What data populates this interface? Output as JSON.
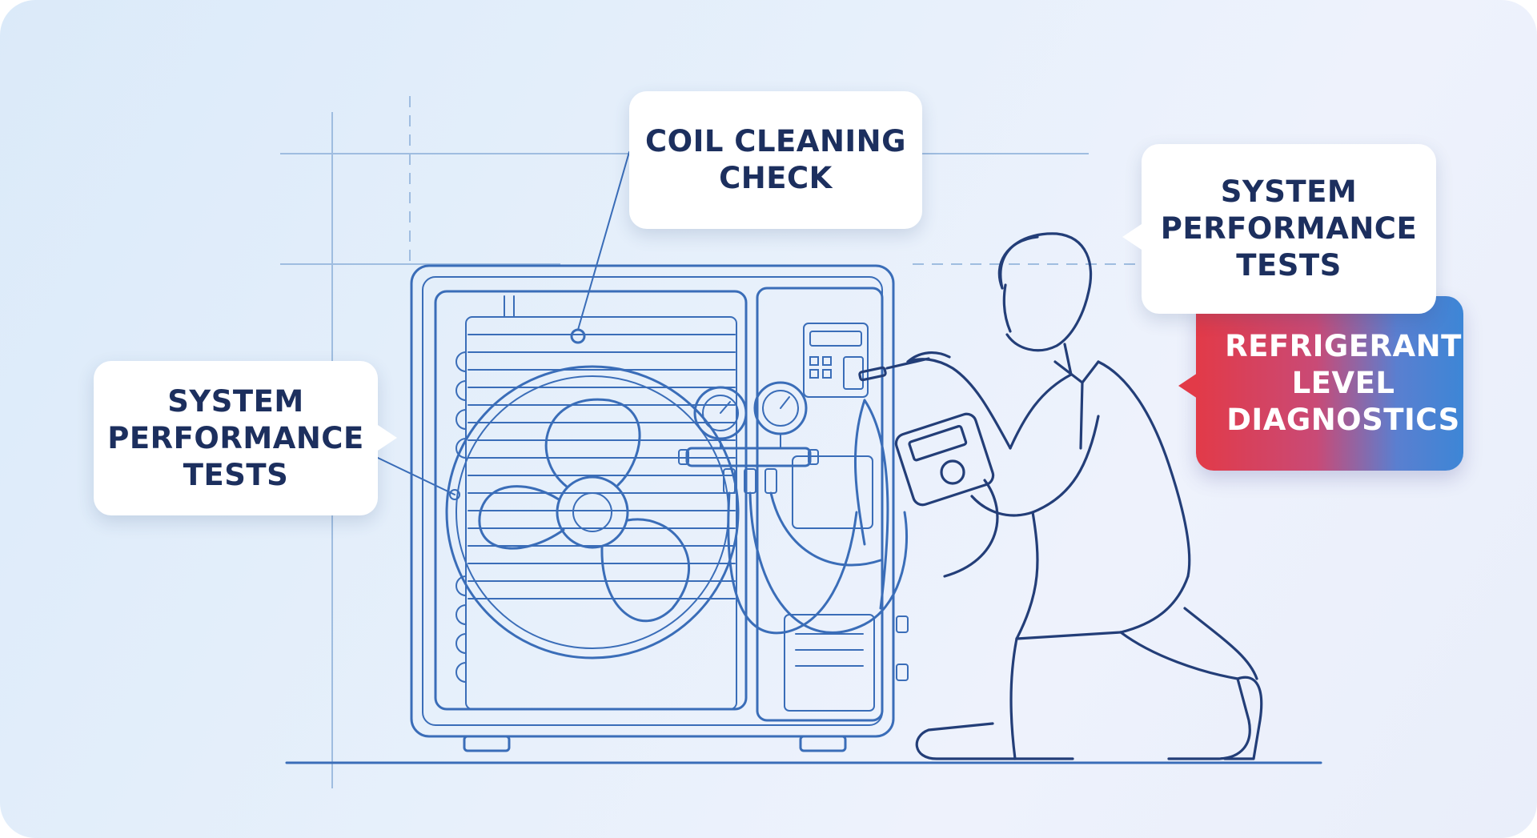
{
  "callouts": {
    "coil_cleaning": {
      "lines": [
        "COIL CLEANING",
        "CHECK"
      ]
    },
    "performance_left": {
      "lines": [
        "SYSTEM",
        "PERFORMANCE",
        "TESTS"
      ]
    },
    "performance_right": {
      "lines": [
        "SYSTEM",
        "PERFORMANCE",
        "TESTS"
      ]
    },
    "refrigerant": {
      "lines": [
        "REFRIGERANT",
        "LEVEL",
        "DIAGNOSTICS"
      ]
    }
  },
  "colors": {
    "line_art": "#3a6db8",
    "label_text": "#1c2f5e",
    "refrigerant_gradient_start": "#e23a48",
    "refrigerant_gradient_end": "#3d86d6"
  },
  "icons": [
    "outdoor-ac-unit-icon",
    "fan-icon",
    "pressure-gauge-icon",
    "multimeter-icon",
    "technician-icon"
  ]
}
